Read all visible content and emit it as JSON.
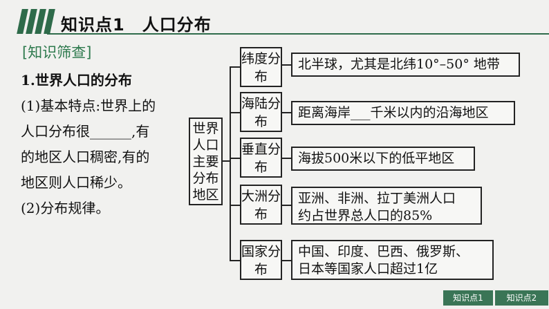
{
  "header": {
    "title": "知识点1　人口分布"
  },
  "section_label": "[知识筛查]",
  "left_text": [
    "1.世界人口的分布",
    "(1)基本特点:世界上的",
    "人口分布很______,有",
    "的地区人口稠密,有的",
    "地区则人口稀少。",
    "(2)分布规律。"
  ],
  "diagram": {
    "root": "世界人口主要分布地区",
    "branches": [
      {
        "category": "纬度分布",
        "detail": "北半球，尤其是北纬10°–50° 地带"
      },
      {
        "category": "海陆分布",
        "detail": "距离海岸___千米以内的沿海地区"
      },
      {
        "category": "垂直分布",
        "detail": "海拔500米以下的低平地区"
      },
      {
        "category": "大洲分布",
        "detail": "亚洲、非洲、拉丁美洲人口\n约占世界总人口的85%"
      },
      {
        "category": "国家分布",
        "detail": "中国、印度、巴西、俄罗斯、\n日本等国家人口超过1亿"
      }
    ]
  },
  "nav": [
    "知识点1",
    "知识点2"
  ],
  "colors": {
    "accent": "#2e6b4a"
  }
}
